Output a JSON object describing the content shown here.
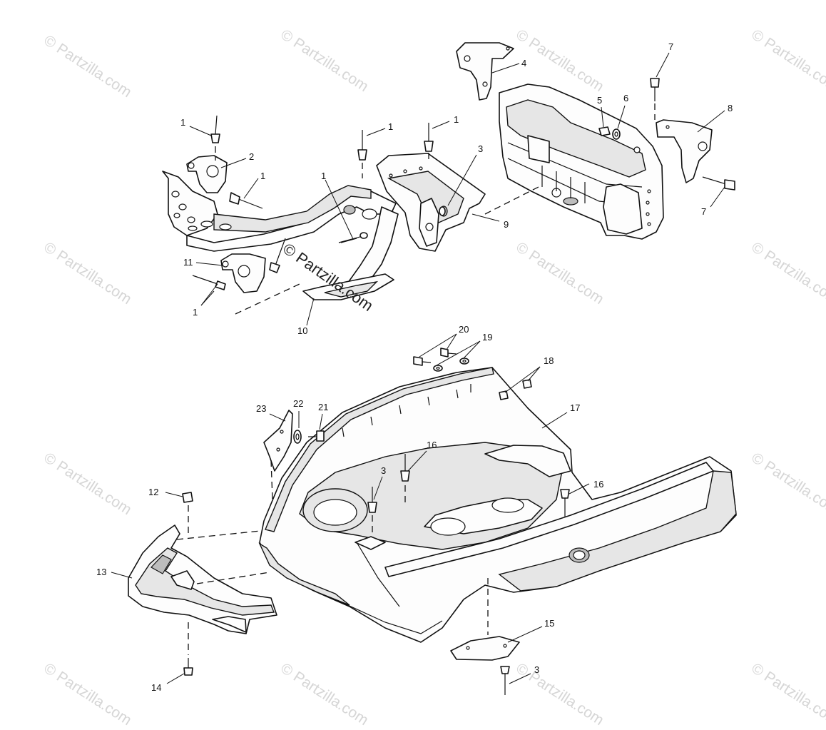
{
  "watermark": {
    "text": "© Partzilla.com",
    "color": "#d6d6d6",
    "dark_color": "#222222"
  },
  "callouts": [
    {
      "id": "c1a",
      "label": "1"
    },
    {
      "id": "c2",
      "label": "2"
    },
    {
      "id": "c1b",
      "label": "1"
    },
    {
      "id": "c1c",
      "label": "1"
    },
    {
      "id": "c1d",
      "label": "1"
    },
    {
      "id": "c1e",
      "label": "1"
    },
    {
      "id": "c3a",
      "label": "3"
    },
    {
      "id": "c4",
      "label": "4"
    },
    {
      "id": "c5",
      "label": "5"
    },
    {
      "id": "c6",
      "label": "6"
    },
    {
      "id": "c7a",
      "label": "7"
    },
    {
      "id": "c8",
      "label": "8"
    },
    {
      "id": "c7b",
      "label": "7"
    },
    {
      "id": "c9",
      "label": "9"
    },
    {
      "id": "c11",
      "label": "11"
    },
    {
      "id": "c1f",
      "label": "1"
    },
    {
      "id": "c10",
      "label": "10"
    },
    {
      "id": "c20",
      "label": "20"
    },
    {
      "id": "c19",
      "label": "19"
    },
    {
      "id": "c18",
      "label": "18"
    },
    {
      "id": "c17",
      "label": "17"
    },
    {
      "id": "c23",
      "label": "23"
    },
    {
      "id": "c22",
      "label": "22"
    },
    {
      "id": "c21",
      "label": "21"
    },
    {
      "id": "c16a",
      "label": "16"
    },
    {
      "id": "c16b",
      "label": "16"
    },
    {
      "id": "c3b",
      "label": "3"
    },
    {
      "id": "c12",
      "label": "12"
    },
    {
      "id": "c13",
      "label": "13"
    },
    {
      "id": "c14",
      "label": "14"
    },
    {
      "id": "c15",
      "label": "15"
    },
    {
      "id": "c3c",
      "label": "3"
    }
  ]
}
